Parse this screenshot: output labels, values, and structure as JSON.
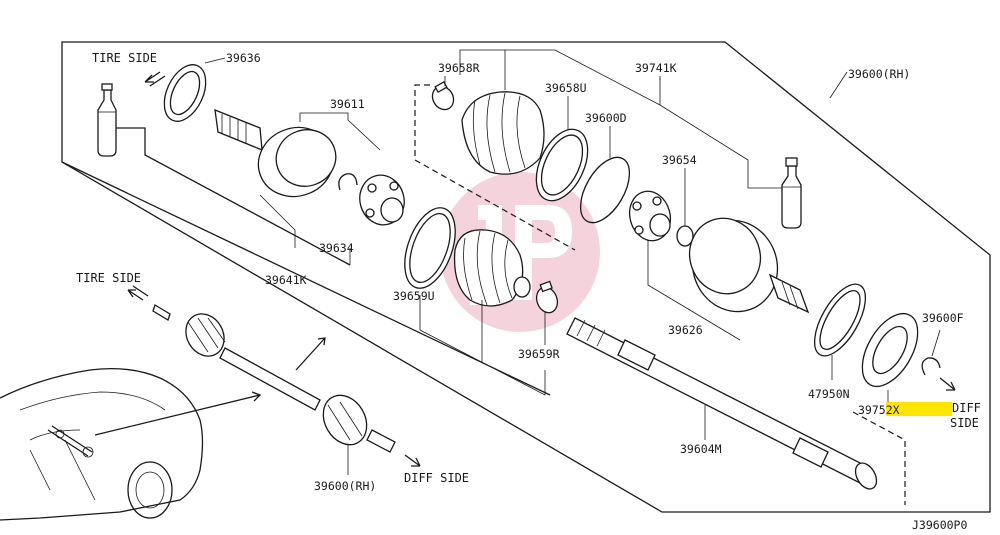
{
  "diagram": {
    "figure_code": "J39600P0",
    "highlight_color": "#FFE600",
    "watermark_color": "#E8A0B4",
    "directions": {
      "tire_side_upper": "TIRE SIDE",
      "tire_side_lower": "TIRE SIDE",
      "diff_side_lower": "DIFF SIDE",
      "diff_side_upper_line1": "DIFF",
      "diff_side_upper_line2": "SIDE"
    },
    "labels": {
      "p39636": "39636",
      "p39611": "39611",
      "p39634": "39634",
      "p39641k": "39641K",
      "p39658r": "39658R",
      "p39658u": "39658U",
      "p39600d": "39600D",
      "p39741k": "39741K",
      "p39600rh_top": "39600(RH)",
      "p39654": "39654",
      "p39659u": "39659U",
      "p39659r": "39659R",
      "p39626": "39626",
      "p39600f": "39600F",
      "p47950n": "47950N",
      "p39752x": "39752X",
      "p39604m": "39604M",
      "p39600rh_bottom": "39600(RH)"
    }
  }
}
